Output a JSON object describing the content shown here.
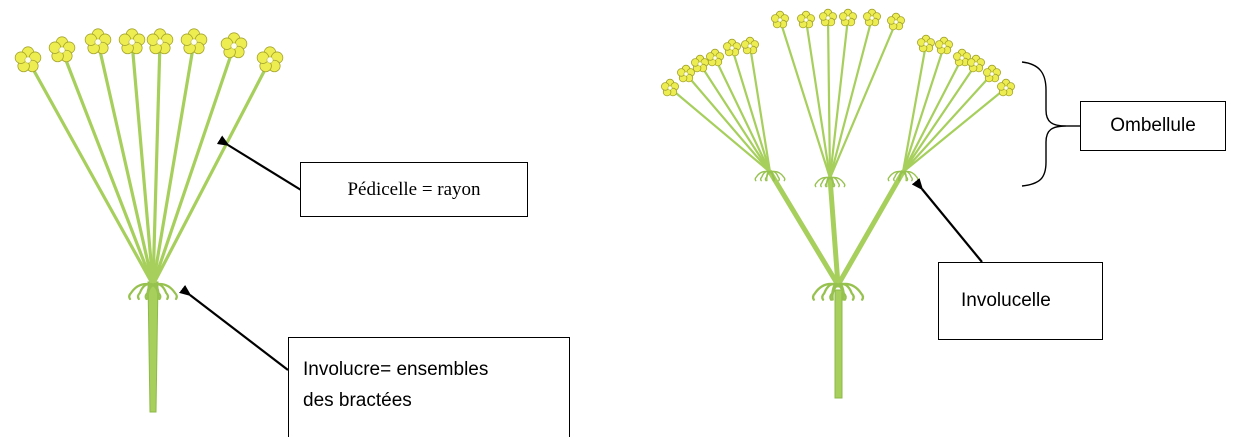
{
  "labels": {
    "pedicelle": "Pédicelle = rayon",
    "involucre_line1": "Involucre= ensembles",
    "involucre_line2": "des bractées",
    "involucelle": "Involucelle",
    "ombellule": "Ombellule"
  },
  "colors": {
    "stem": "#a6cf5c",
    "stem_dark": "#97c24f",
    "flower_petal": "#eded52",
    "flower_edge": "#a3a32c",
    "flower_center": "#fdfdf0",
    "text": "#000000",
    "arrow": "#000000"
  },
  "figures": [
    {
      "name": "ombelle-simple",
      "parts": [
        "pedicelle",
        "involucre"
      ]
    },
    {
      "name": "ombelle-composee",
      "parts": [
        "ombellule",
        "involucelle"
      ]
    }
  ]
}
